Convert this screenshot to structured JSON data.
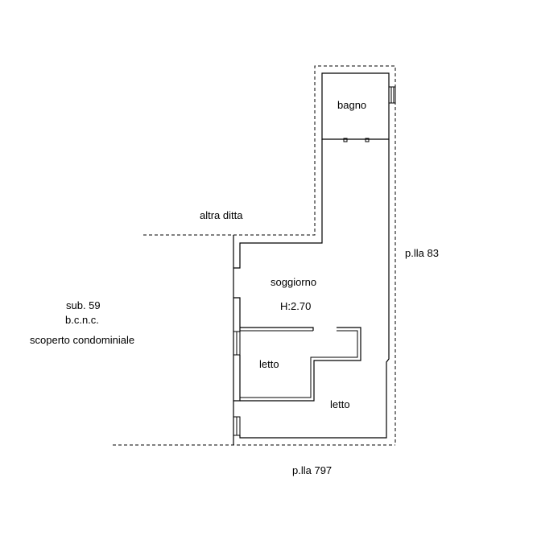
{
  "labels": {
    "bagno": "bagno",
    "altra_ditta": "altra ditta",
    "soggiorno": "soggiorno",
    "height": "H:2.70",
    "letto_1": "letto",
    "letto_2": "letto",
    "sub": "sub. 59",
    "bcnc": "b.c.n.c.",
    "scoperto": "scoperto condominiale",
    "plla_83": "p.lla 83",
    "plla_797": "p.lla 797"
  },
  "colors": {
    "line": "#000000",
    "background": "#ffffff"
  }
}
